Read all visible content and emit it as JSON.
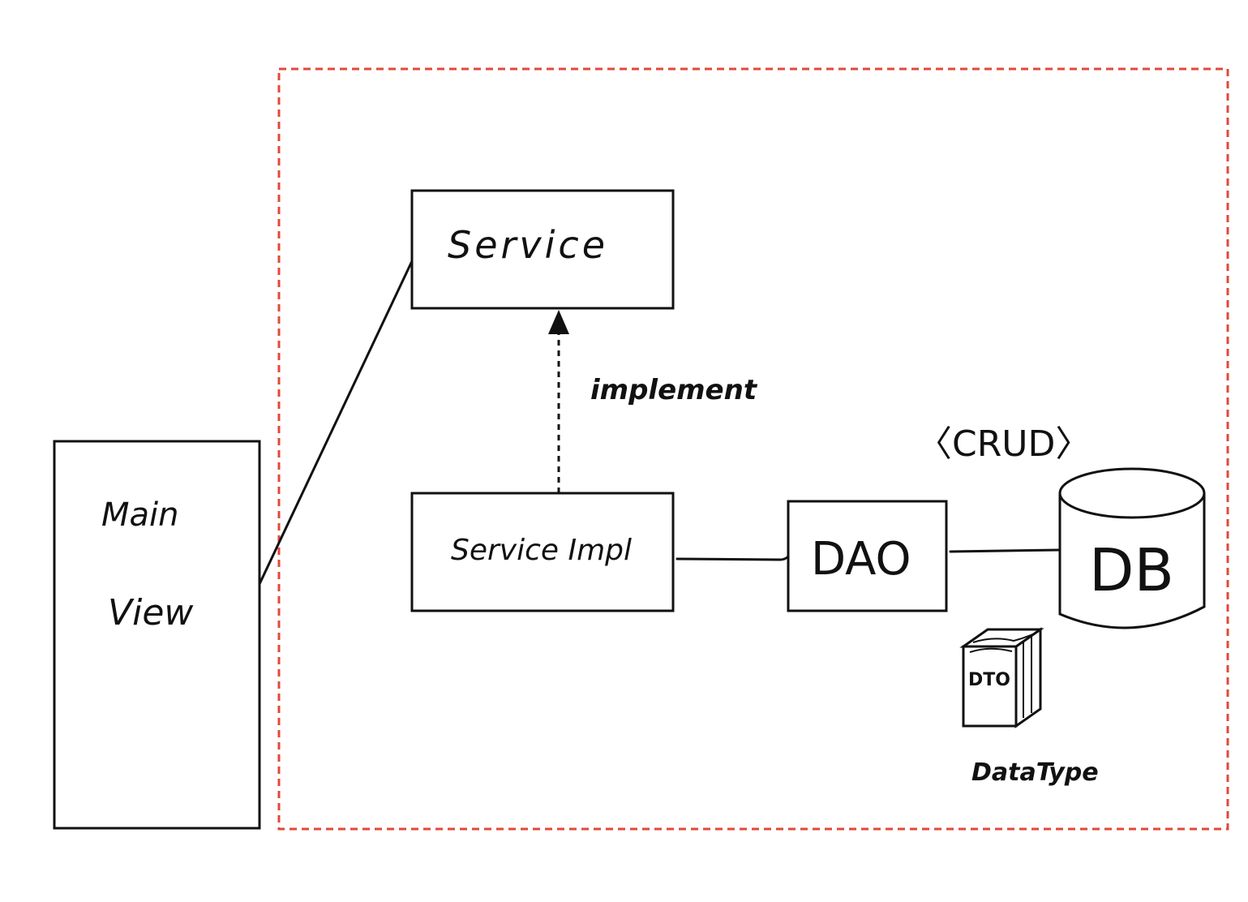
{
  "diagram": {
    "main_view": {
      "label_line1": "Main",
      "label_line2": "View"
    },
    "service": {
      "label": "Service"
    },
    "service_impl": {
      "label": "Service Impl"
    },
    "implement_edge": {
      "label": "implement"
    },
    "dao": {
      "label": "DAO"
    },
    "crud": {
      "label": "〈CRUD〉"
    },
    "db": {
      "label": "DB"
    },
    "dto": {
      "label": "DTO",
      "caption": "DataType"
    }
  },
  "colors": {
    "ink": "#111111",
    "boundary": "#e0493a",
    "background": "#ffffff"
  }
}
